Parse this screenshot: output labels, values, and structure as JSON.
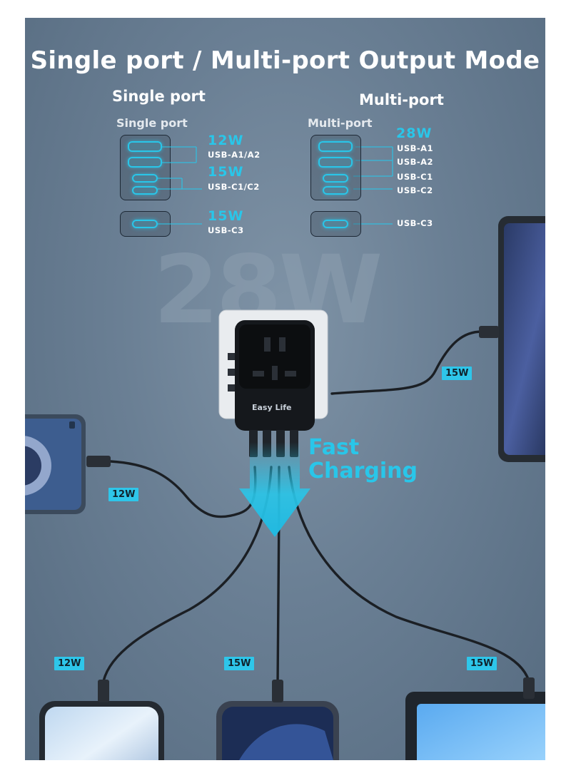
{
  "title": "Single port / Multi-port Output Mode",
  "single": {
    "heading": "Single port",
    "label": "Single port",
    "groups": [
      {
        "watt": "12W",
        "ports": "USB-A1/A2"
      },
      {
        "watt": "15W",
        "ports": "USB-C1/C2"
      },
      {
        "watt": "15W",
        "ports": "USB-C3"
      }
    ]
  },
  "multi": {
    "heading": "Multi-port",
    "label": "Multi-port",
    "watt": "28W",
    "ports": [
      "USB-A1",
      "USB-A2",
      "USB-C1",
      "USB-C2"
    ],
    "c3": "USB-C3"
  },
  "watermark": "28W",
  "device_label": "Easy Life",
  "fast_charging": [
    "Fast",
    "Charging"
  ],
  "badges": {
    "right_tablet": "15W",
    "left_phone": "12W",
    "bottom_left": "12W",
    "bottom_middle": "15W",
    "bottom_right": "15W"
  },
  "colors": {
    "accent": "#29c6e9",
    "background": "#6a7f94"
  }
}
